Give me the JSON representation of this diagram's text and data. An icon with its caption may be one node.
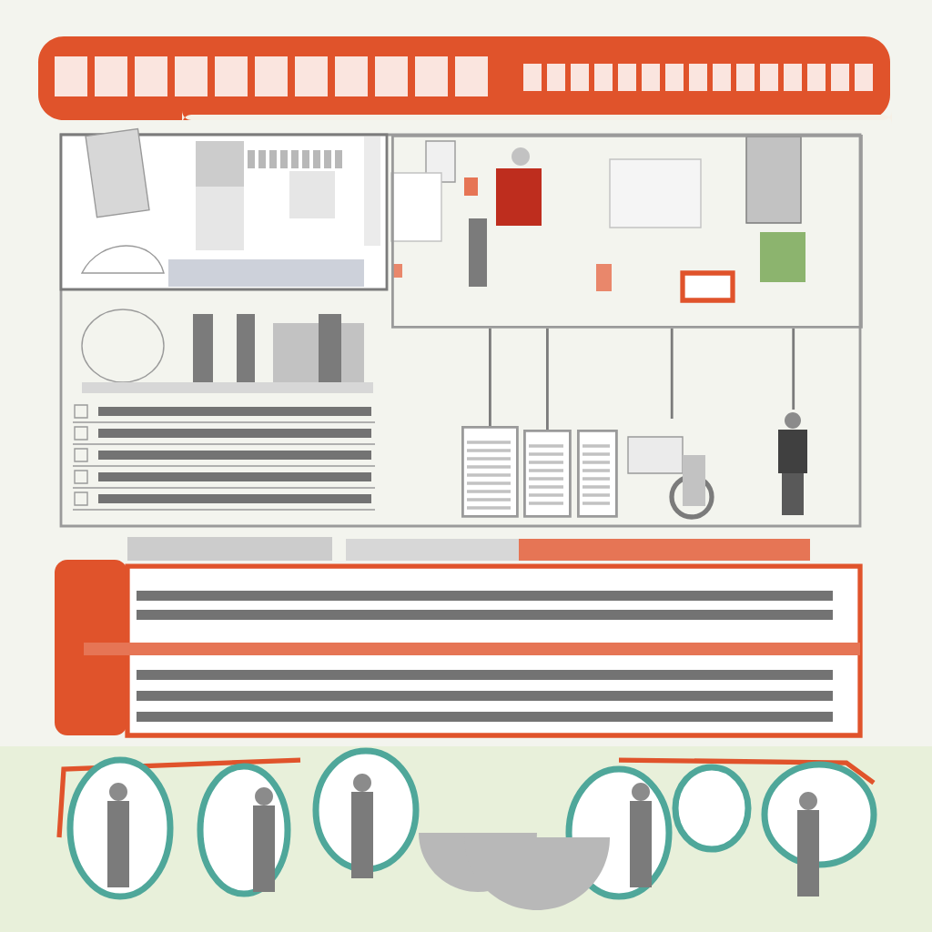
{
  "diagram": {
    "nodes": [
      {
        "text": [],
        "shape": "picture"
      },
      {
        "text": [],
        "shape": "box"
      },
      {
        "text": [],
        "shape": "box"
      },
      {
        "text": [],
        "shape": "box"
      },
      {
        "text": [],
        "shape": "picture"
      },
      {
        "text": [],
        "shape": "person"
      }
    ],
    "edges": [
      {
        "from": 0,
        "to": 1,
        "arrow": "none"
      },
      {
        "from": 0,
        "to": 2,
        "arrow": "none"
      },
      {
        "from": 0,
        "to": 4,
        "arrow": "none"
      },
      {
        "from": 0,
        "to": 5,
        "arrow": "none"
      }
    ]
  }
}
